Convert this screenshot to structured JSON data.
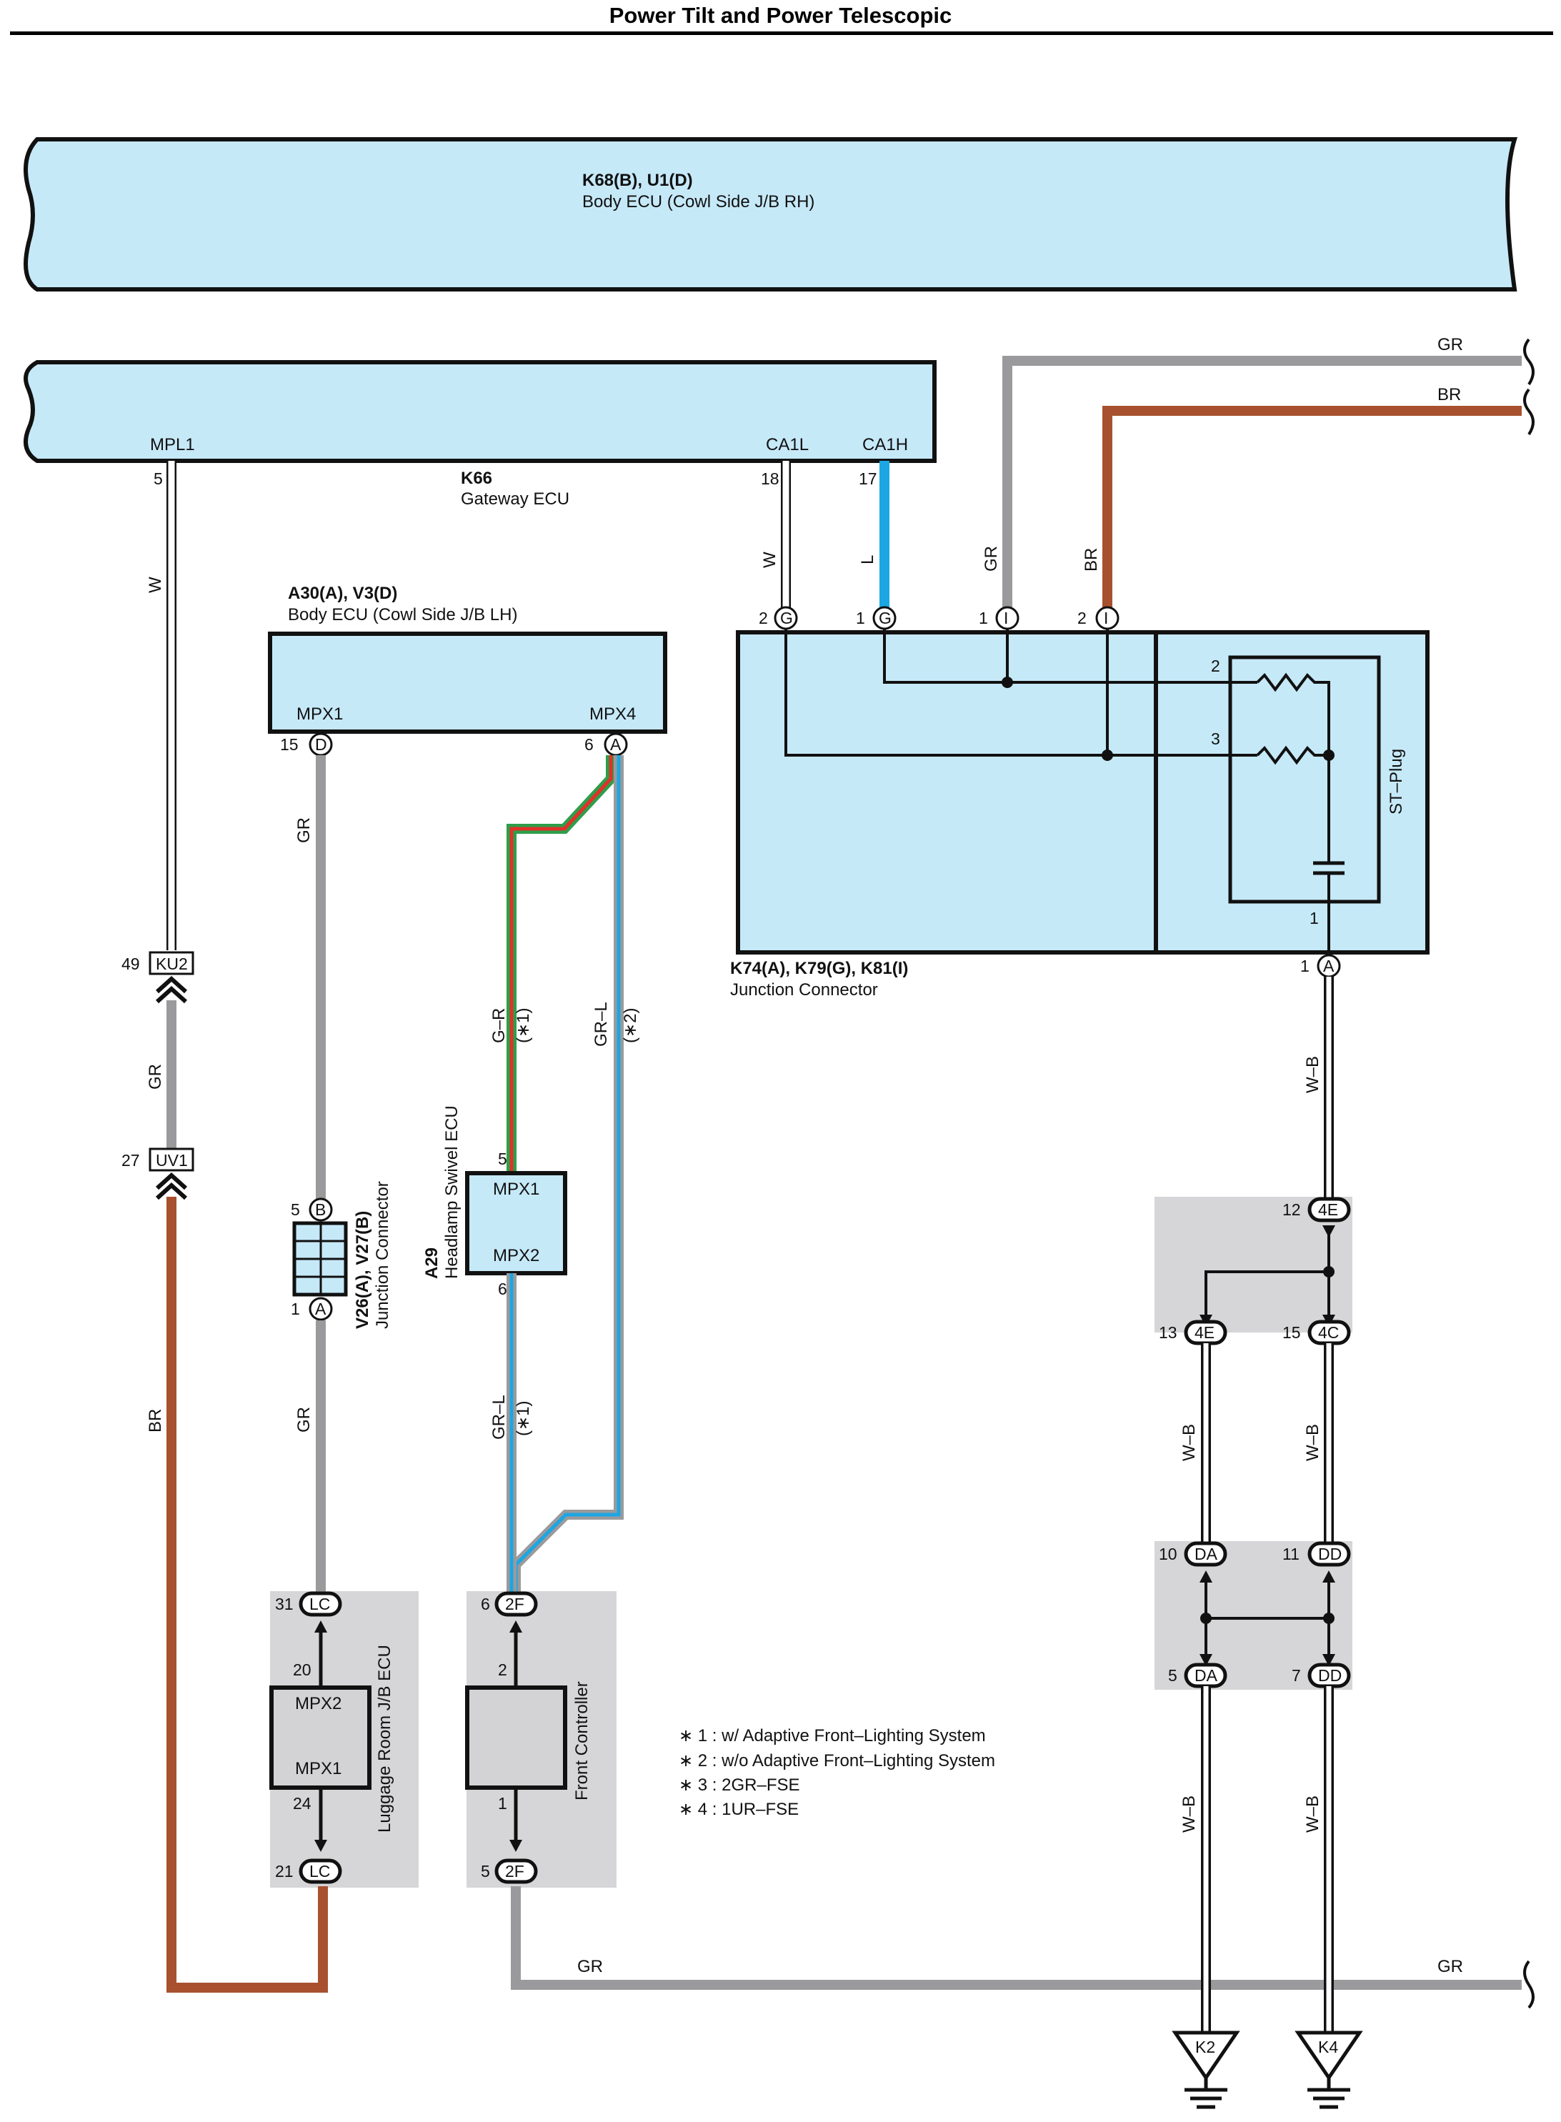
{
  "title": "Power Tilt and Power Telescopic",
  "components": {
    "body_ecu_rh": {
      "code": "K68(B), U1(D)",
      "name": "Body ECU (Cowl Side J/B RH)"
    },
    "gateway_ecu": {
      "code": "K66",
      "name": "Gateway ECU",
      "pins": {
        "mpl1": "MPL1",
        "ca1l": "CA1L",
        "ca1h": "CA1H",
        "mpl1_no": "5",
        "ca1l_no": "18",
        "ca1h_no": "17"
      }
    },
    "body_ecu_lh": {
      "code": "A30(A), V3(D)",
      "name": "Body ECU (Cowl Side J/B LH)",
      "pins": {
        "mpx1": "MPX1",
        "mpx4": "MPX4",
        "mpx1_no": "15",
        "mpx4_no": "6",
        "mpx1_conn": "D",
        "mpx4_conn": "A"
      }
    },
    "junction_connector_k": {
      "code": "K74(A), K79(G), K81(I)",
      "name": "Junction Connector",
      "st_plug": "ST–Plug",
      "pins": {
        "g2": "2",
        "g1": "1",
        "i1": "1",
        "i2": "2",
        "r2": "2",
        "r3": "3",
        "cap1": "1",
        "a1": "1",
        "g": "G",
        "i": "I",
        "a": "A"
      }
    },
    "junction_connector_v": {
      "code": "V26(A), V27(B)",
      "name": "Junction Connector",
      "pins": {
        "b5": "5",
        "a1": "1",
        "b": "B",
        "a": "A"
      }
    },
    "headlamp_swivel": {
      "code": "A29",
      "name": "Headlamp Swivel ECU",
      "mpx1": "MPX1",
      "mpx2": "MPX2",
      "pin5": "5",
      "pin6": "6"
    },
    "luggage_room": {
      "name": "Luggage Room J/B ECU",
      "mpx2": "MPX2",
      "mpx1": "MPX1",
      "pin20": "20",
      "pin24": "24",
      "lc": "LC",
      "lc31": "31",
      "lc21": "21"
    },
    "front_controller": {
      "name": "Front Controller",
      "pin2": "2",
      "pin1": "1",
      "conn": "2F",
      "c6": "6",
      "c5": "5"
    }
  },
  "connectors": {
    "ku2": {
      "id": "KU2",
      "pin": "49"
    },
    "uv1": {
      "id": "UV1",
      "pin": "27"
    },
    "c4e_12": {
      "id": "4E",
      "pin": "12"
    },
    "c4e_13": {
      "id": "4E",
      "pin": "13"
    },
    "c4c_15": {
      "id": "4C",
      "pin": "15"
    },
    "da_10": {
      "id": "DA",
      "pin": "10"
    },
    "dd_11": {
      "id": "DD",
      "pin": "11"
    },
    "da_5": {
      "id": "DA",
      "pin": "5"
    },
    "dd_7": {
      "id": "DD",
      "pin": "7"
    }
  },
  "grounds": {
    "k2": "K2",
    "k4": "K4"
  },
  "wire_labels": {
    "gr": "GR",
    "br": "BR",
    "w": "W",
    "l": "L",
    "wb": "W–B",
    "gr_l": "GR–L",
    "g_r": "G–R",
    "star1": "(∗1)",
    "star2": "(∗2)"
  },
  "notes": [
    "∗ 1 : w/ Adaptive Front–Lighting System",
    "∗ 2 : w/o Adaptive Front–Lighting System",
    "∗ 3 : 2GR–FSE",
    "∗ 4 : 1UR–FSE"
  ],
  "colors": {
    "gr": "#9a9a9c",
    "br": "#a8512f",
    "l": "#1ca6e3",
    "g": "#2e9e4a",
    "r": "#e0322a",
    "ecu_fill": "#c6e9f8",
    "shade": "#d6d6d8",
    "grey_box": "#d3d3d5"
  }
}
